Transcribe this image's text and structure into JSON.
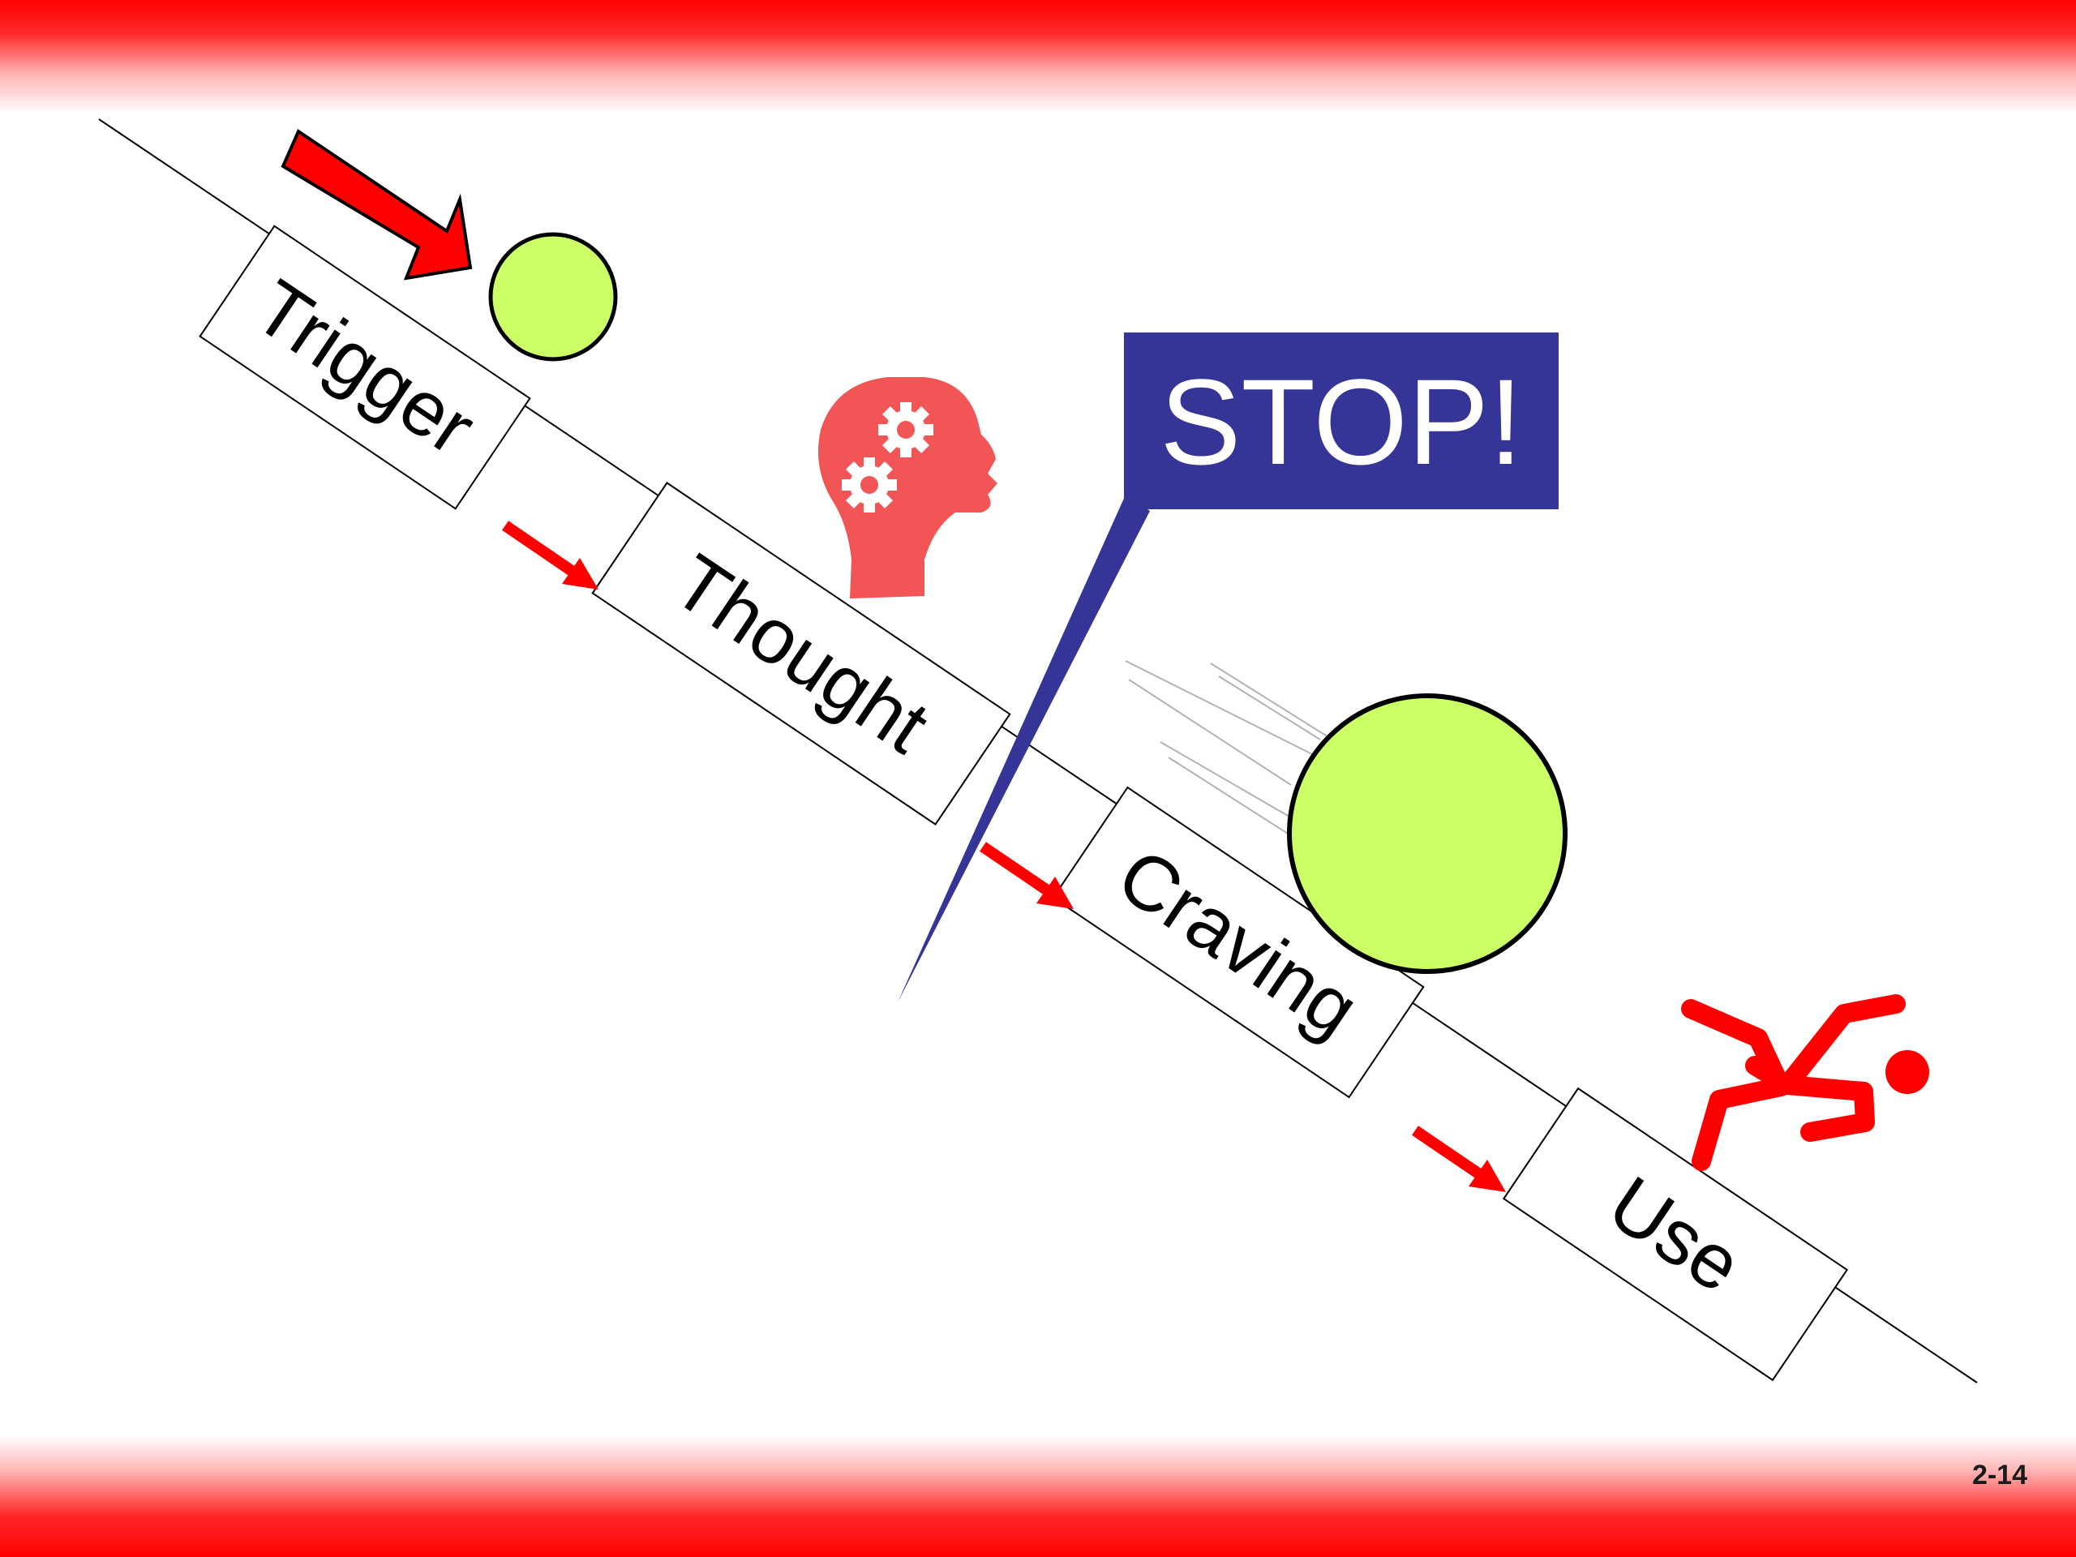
{
  "steps": [
    {
      "label": "Trigger"
    },
    {
      "label": "Thought"
    },
    {
      "label": "Craving"
    },
    {
      "label": "Use"
    }
  ],
  "callout": {
    "text": "STOP!"
  },
  "page_number": "2-14",
  "icons": [
    "red-arrow-icon",
    "small-ball-icon",
    "head-gears-icon",
    "large-ball-icon",
    "falling-person-icon",
    "flow-arrow-icon"
  ],
  "colors": {
    "band": "#ff0000",
    "accent_red": "#ff0000",
    "head_icon": "#f25555",
    "ball": "#ccff66",
    "callout": "#353597"
  }
}
